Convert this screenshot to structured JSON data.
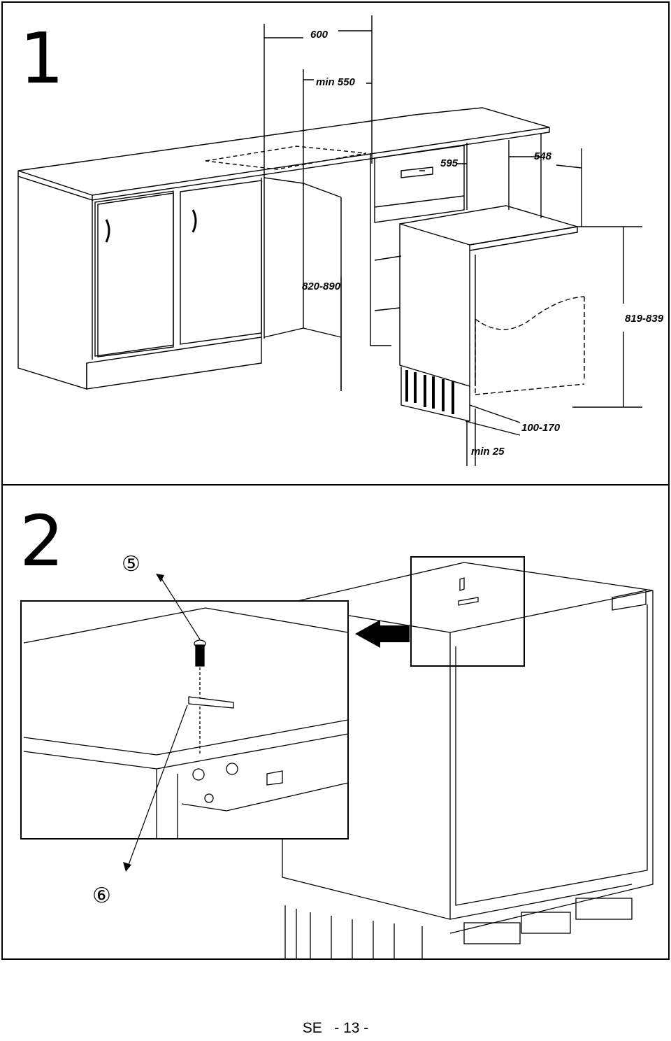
{
  "steps": [
    {
      "number": "1",
      "dimensions": {
        "width_cabinet": "600",
        "min_depth": "min 550",
        "appliance_width": "595",
        "appliance_depth": "548",
        "niche_height": "820-890",
        "appliance_height": "819-839",
        "plinth_depth": "100-170",
        "min_gap": "min 25"
      }
    },
    {
      "number": "2",
      "callouts": [
        "⑤",
        "⑥"
      ]
    }
  ],
  "footer": {
    "lang": "SE",
    "page": "- 13 -"
  }
}
